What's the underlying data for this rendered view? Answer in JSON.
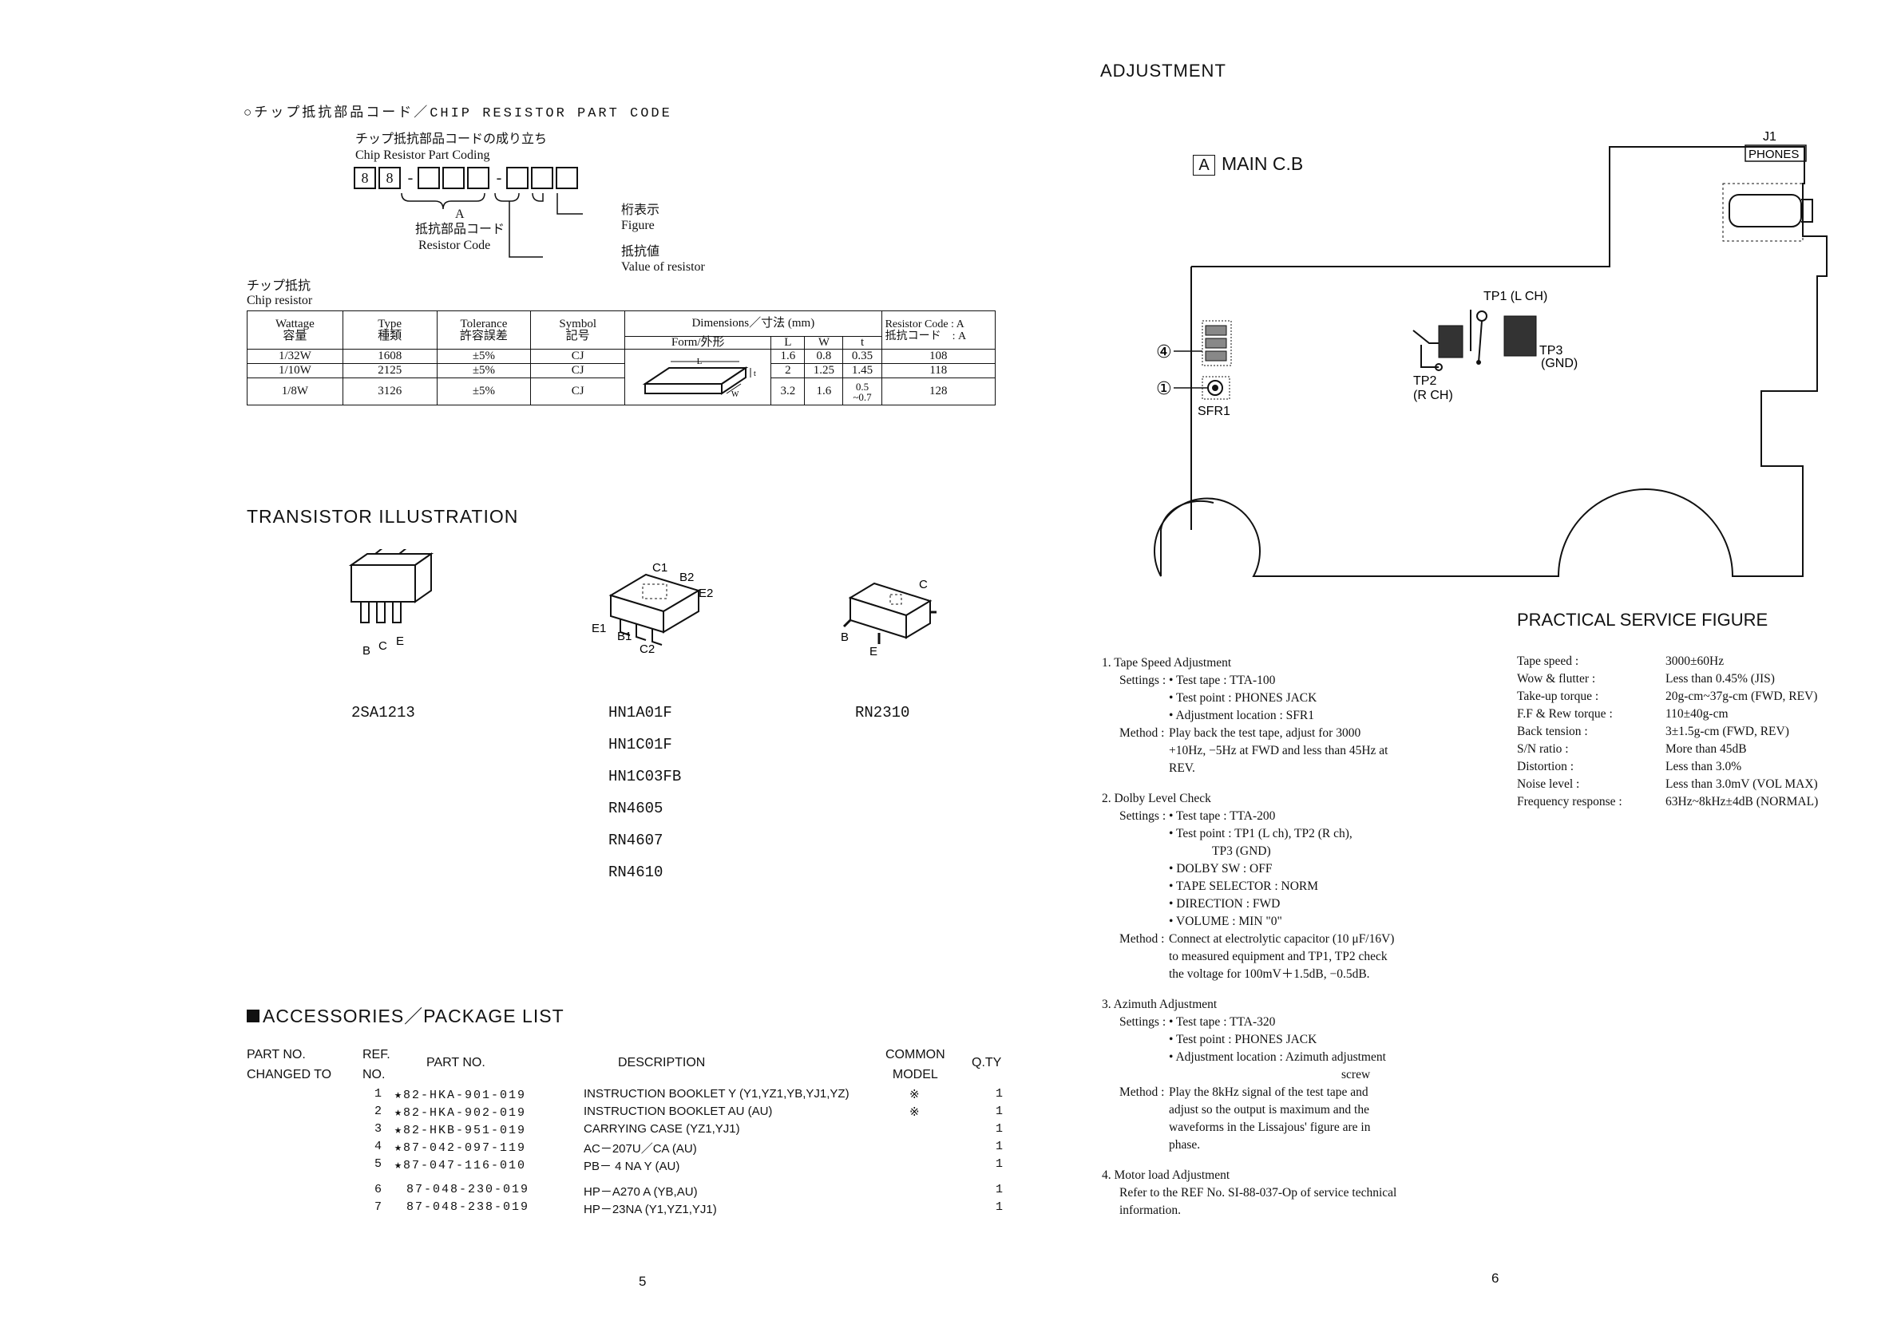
{
  "chip": {
    "heading": "○チップ抵抗部品コード／CHIP RESISTOR PART CODE",
    "coding_jp": "チップ抵抗部品コードの成り立ち",
    "coding_en": "Chip Resistor Part Coding",
    "code_digits": [
      "8",
      "8"
    ],
    "label_a": "A",
    "resistor_code_jp": "抵抗部品コード",
    "resistor_code_en": "Resistor Code",
    "figure_jp": "桁表示",
    "figure_en": "Figure",
    "value_jp": "抵抗値",
    "value_en": "Value of resistor",
    "chip_jp": "チップ抵抗",
    "chip_en": "Chip resistor",
    "table": {
      "h_wattage": [
        "Wattage",
        "容量"
      ],
      "h_type": [
        "Type",
        "種類"
      ],
      "h_tol": [
        "Tolerance",
        "許容誤差"
      ],
      "h_sym": [
        "Symbol",
        "記号"
      ],
      "h_dim": "Dimensions／寸法 (mm)",
      "h_form": "Form/外形",
      "h_l": "L",
      "h_w": "W",
      "h_t": "t",
      "h_rc": [
        "Resistor Code : A",
        "抵抗コード　: A"
      ],
      "rows": [
        {
          "wattage": "1/32W",
          "type": "1608",
          "tol": "±5%",
          "sym": "CJ",
          "l": "1.6",
          "w": "0.8",
          "t": "0.35",
          "rc": "108"
        },
        {
          "wattage": "1/10W",
          "type": "2125",
          "tol": "±5%",
          "sym": "CJ",
          "l": "2",
          "w": "1.25",
          "t": "1.45",
          "rc": "118"
        },
        {
          "wattage": "1/8W",
          "type": "3126",
          "tol": "±5%",
          "sym": "CJ",
          "l": "3.2",
          "w": "1.6",
          "t": "0.5\n~0.7",
          "rc": "128"
        }
      ],
      "fig_l": "L",
      "fig_w": "W",
      "fig_t": "t"
    }
  },
  "transistor": {
    "heading": "TRANSISTOR ILLUSTRATION",
    "t1": {
      "pins": [
        "B",
        "C",
        "E"
      ],
      "name": "2SA1213"
    },
    "t2": {
      "pins": {
        "c1": "C1",
        "b2": "B2",
        "e2": "E2",
        "e1": "E1",
        "b1": "B1",
        "c2": "C2"
      },
      "names": [
        "HN1A01F",
        "HN1C01F",
        "HN1C03FB",
        "RN4605",
        "RN4607",
        "RN4610"
      ]
    },
    "t3": {
      "pins": {
        "c": "C",
        "b": "B",
        "e": "E"
      },
      "name": "RN2310"
    }
  },
  "accessories": {
    "heading": "ACCESSORIES／PACKAGE LIST",
    "col_partno_changed": [
      "PART NO.",
      "CHANGED TO"
    ],
    "col_ref": [
      "REF.",
      "NO."
    ],
    "col_partno": "PART NO.",
    "col_desc": "DESCRIPTION",
    "col_common": [
      "COMMON",
      "MODEL"
    ],
    "col_qty": "Q.TY",
    "rows": [
      {
        "ref": "1",
        "part": "★82-HKA-901-019",
        "desc": "INSTRUCTION BOOKLET Y (Y1,YZ1,YB,YJ1,YZ)",
        "common": "※",
        "qty": "1"
      },
      {
        "ref": "2",
        "part": "★82-HKA-902-019",
        "desc": "INSTRUCTION BOOKLET AU (AU)",
        "common": "※",
        "qty": "1"
      },
      {
        "ref": "3",
        "part": "★82-HKB-951-019",
        "desc": "CARRYING CASE (YZ1,YJ1)",
        "common": "",
        "qty": "1"
      },
      {
        "ref": "4",
        "part": "★87-042-097-119",
        "desc": "AC－207U／CA (AU)",
        "common": "",
        "qty": "1"
      },
      {
        "ref": "5",
        "part": "★87-047-116-010",
        "desc": "PB－ 4 NA Y (AU)",
        "common": "",
        "qty": "1"
      },
      {
        "ref": "6",
        "part": "87-048-230-019",
        "desc": "HP－A270 A (YB,AU)",
        "common": "",
        "qty": "1"
      },
      {
        "ref": "7",
        "part": "87-048-238-019",
        "desc": "HP－23NA (Y1,YZ1,YJ1)",
        "common": "",
        "qty": "1"
      }
    ]
  },
  "page_left": "5",
  "page_right": "6",
  "adjustment": {
    "heading": "ADJUSTMENT",
    "pcb_box": "A",
    "pcb_title": "MAIN C.B",
    "j1": "J1",
    "phones": "PHONES",
    "tp1": "TP1 (L CH)",
    "tp2": "TP2",
    "tp2b": "(R CH)",
    "tp3": "TP3",
    "tp3b": "(GND)",
    "m4": "④",
    "m1": "①",
    "sfr1": "SFR1"
  },
  "procedures": [
    {
      "title": "1. Tape Speed Adjustment",
      "lines": [
        [
          "Settings :",
          "• Test tape : TTA-100"
        ],
        [
          "",
          "• Test point : PHONES JACK"
        ],
        [
          "",
          "• Adjustment location : SFR1"
        ],
        [
          "Method :",
          "Play back the test tape, adjust for 3000"
        ],
        [
          "",
          "+10Hz, −5Hz at FWD and less than 45Hz at"
        ],
        [
          "",
          "REV."
        ]
      ]
    },
    {
      "title": "2. Dolby Level Check",
      "lines": [
        [
          "Settings :",
          "• Test tape : TTA-200"
        ],
        [
          "",
          "• Test point : TP1 (L ch), TP2 (R ch),"
        ],
        [
          "",
          "TP3 (GND)"
        ],
        [
          "",
          "• DOLBY SW : OFF"
        ],
        [
          "",
          "• TAPE SELECTOR : NORM"
        ],
        [
          "",
          "• DIRECTION : FWD"
        ],
        [
          "",
          "• VOLUME : MIN \"0\""
        ],
        [
          "Method :",
          "Connect at electrolytic capacitor (10 μF/16V)"
        ],
        [
          "",
          "to measured equipment and TP1, TP2 check"
        ],
        [
          "",
          "the voltage for 100mV＋1.5dB, −0.5dB."
        ]
      ]
    },
    {
      "title": "3. Azimuth Adjustment",
      "lines": [
        [
          "Settings :",
          "• Test tape : TTA-320"
        ],
        [
          "",
          "• Test point : PHONES JACK"
        ],
        [
          "",
          "• Adjustment location : Azimuth adjustment"
        ],
        [
          "",
          "screw"
        ],
        [
          "Method :",
          "Play the 8kHz signal of the test tape and"
        ],
        [
          "",
          "adjust so the output is maximum and the"
        ],
        [
          "",
          "waveforms in the Lissajous' figure are in"
        ],
        [
          "",
          "phase."
        ]
      ]
    },
    {
      "title": "4. Motor load Adjustment",
      "lines": [
        [
          "",
          "Refer to the REF No. SI-88-037-Op of service technical"
        ],
        [
          "",
          "information."
        ]
      ]
    }
  ],
  "psf": {
    "heading": "PRACTICAL SERVICE FIGURE",
    "rows": [
      [
        "Tape speed :",
        "3000±60Hz"
      ],
      [
        "Wow & flutter :",
        "Less than 0.45% (JIS)"
      ],
      [
        "Take-up torque :",
        "20g-cm~37g-cm (FWD, REV)"
      ],
      [
        "F.F & Rew torque :",
        "110±40g-cm"
      ],
      [
        "Back tension :",
        "3±1.5g-cm (FWD, REV)"
      ],
      [
        "S/N ratio :",
        "More than 45dB"
      ],
      [
        "Distortion :",
        "Less than 3.0%"
      ],
      [
        "Noise level :",
        "Less than 3.0mV (VOL MAX)"
      ],
      [
        "Frequency response :",
        "63Hz~8kHz±4dB (NORMAL)"
      ]
    ]
  }
}
